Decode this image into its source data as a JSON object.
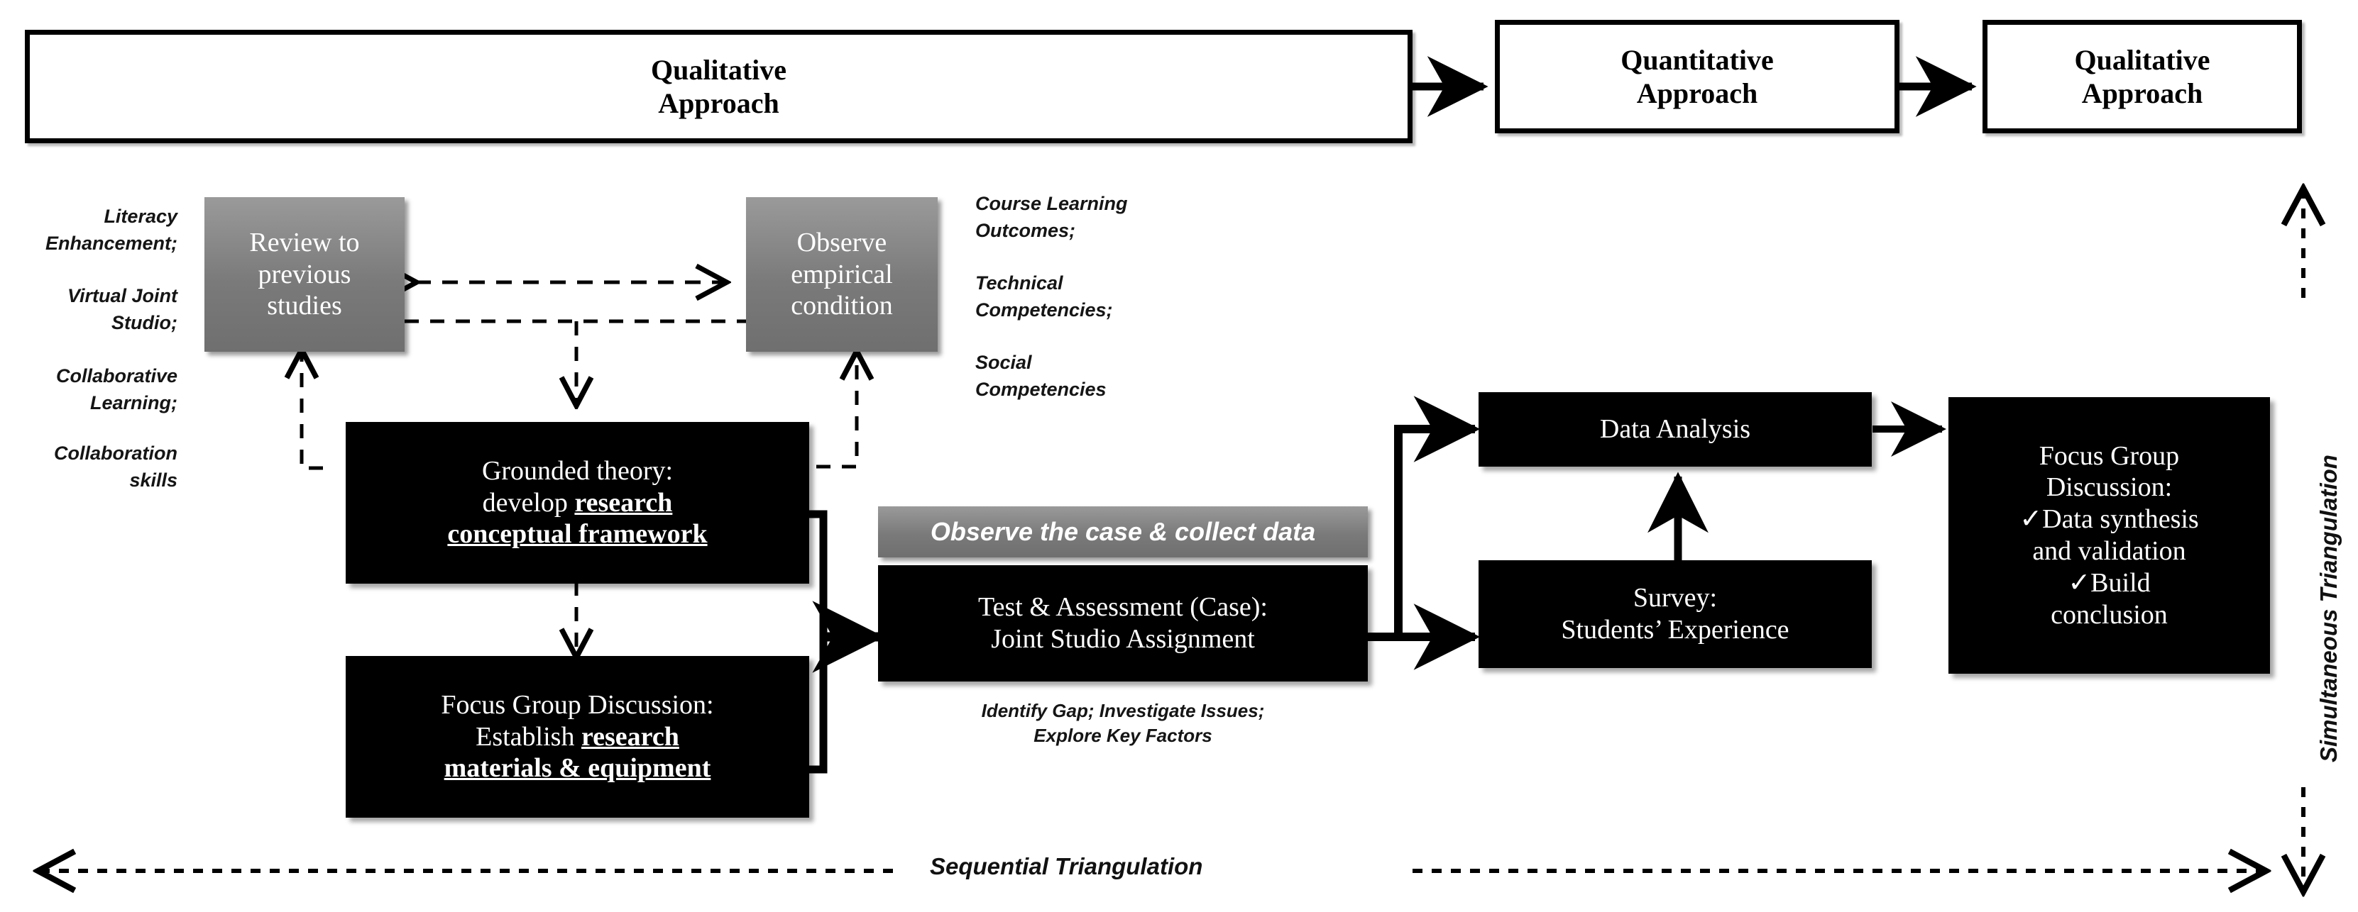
{
  "top_row": {
    "boxes": [
      {
        "label": "Qualitative\nApproach",
        "line1": "Qualitative",
        "line2": "Approach"
      },
      {
        "label": "Quantitative\nApproach",
        "line1": "Quantitative",
        "line2": "Approach"
      },
      {
        "label": "Qualitative\nApproach",
        "line1": "Qualitative",
        "line2": "Approach"
      }
    ]
  },
  "left_notes": {
    "items": [
      "Literacy\nEnhancement;",
      "Virtual Joint\nStudio;",
      "Collaborative\nLearning;",
      "Collaboration\nskills"
    ],
    "l1a": "Literacy",
    "l1b": "Enhancement;",
    "l2a": "Virtual Joint",
    "l2b": "Studio;",
    "l3a": "Collaborative",
    "l3b": "Learning;",
    "l4a": "Collaboration",
    "l4b": "skills"
  },
  "right_notes": {
    "items": [
      "Course Learning\nOutcomes;",
      "Technical\nCompetencies;",
      "Social\nCompetencies"
    ],
    "r1a": "Course Learning",
    "r1b": "Outcomes;",
    "r2a": "Technical",
    "r2b": "Competencies;",
    "r3a": "Social",
    "r3b": "Competencies"
  },
  "nodes": {
    "review": {
      "line1": "Review to",
      "line2": "previous",
      "line3": "studies"
    },
    "observe": {
      "line1": "Observe",
      "line2": "empirical",
      "line3": "condition"
    },
    "grounded": {
      "line1": "Grounded theory:",
      "line2_plain": "develop ",
      "line2_bold": "research",
      "line3_bold": "conceptual framework"
    },
    "fgd_left": {
      "line1": "Focus Group Discussion:",
      "line2_plain": "Establish ",
      "line2_bold": "research",
      "line3_bold": "materials & equipment"
    },
    "observe_case": {
      "label": "Observe the case & collect data"
    },
    "test_assessment": {
      "line1": "Test & Assessment (Case):",
      "line2": "Joint Studio Assignment"
    },
    "test_caption": {
      "line1": "Identify Gap; Investigate Issues;",
      "line2": "Explore Key Factors"
    },
    "data_analysis": {
      "label": "Data Analysis"
    },
    "survey": {
      "line1": "Survey:",
      "line2": "Students’ Experience"
    },
    "fgd_right": {
      "line1": "Focus Group",
      "line2": "Discussion:",
      "line3": "✓Data synthesis",
      "line4": "and validation",
      "line5": "✓Build",
      "line6": "conclusion"
    }
  },
  "axis_labels": {
    "sequential": "Sequential Triangulation",
    "simultaneous": "Simultaneous Triangulation"
  },
  "colors": {
    "black_fill": "#000000",
    "grey_fill": "#7d7d7d",
    "white_fill": "#ffffff",
    "text_light": "#ffffff",
    "text_dark": "#000000"
  }
}
